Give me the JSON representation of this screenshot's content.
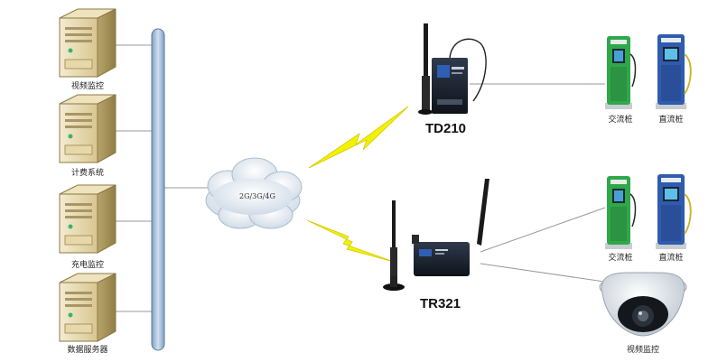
{
  "servers": [
    {
      "label": "视频监控"
    },
    {
      "label": "计费系统"
    },
    {
      "label": "充电监控"
    },
    {
      "label": "数据服务器"
    }
  ],
  "cloud": {
    "label": "2G/3G/4G"
  },
  "devices": [
    {
      "name": "TD210"
    },
    {
      "name": "TR321"
    }
  ],
  "endpoints": {
    "top_ac": "交流桩",
    "top_dc": "直流桩",
    "bottom_ac": "交流桩",
    "bottom_dc": "直流桩",
    "camera": "视频监控"
  },
  "colors": {
    "server_body": "#d9c58f",
    "bus": "#9fbad6",
    "lightning": "#f2f200",
    "charger_green": "#2fa84a",
    "charger_blue": "#2f5bb0"
  }
}
